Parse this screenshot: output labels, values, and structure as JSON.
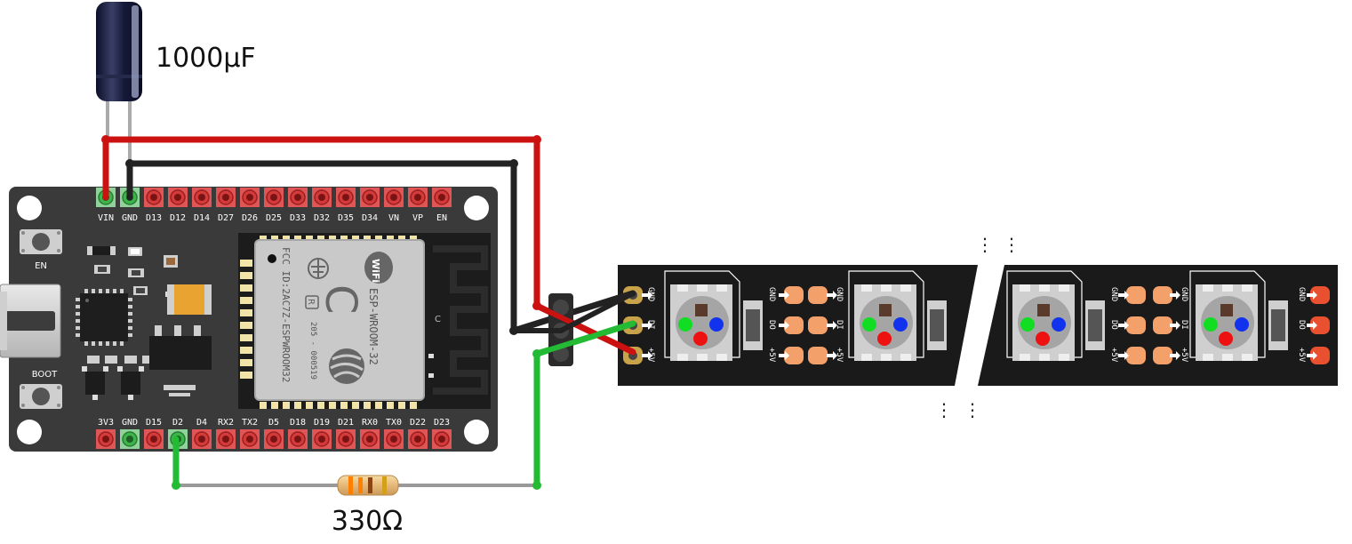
{
  "components": {
    "capacitor": {
      "value_label": "1000µF"
    },
    "resistor": {
      "value_label": "330Ω"
    },
    "board": {
      "top_pins": [
        "VIN",
        "GND",
        "D13",
        "D12",
        "D14",
        "D27",
        "D26",
        "D25",
        "D33",
        "D32",
        "D35",
        "D34",
        "VN",
        "VP",
        "EN"
      ],
      "bottom_pins": [
        "3V3",
        "GND",
        "D15",
        "D2",
        "D4",
        "RX2",
        "TX2",
        "D5",
        "D18",
        "D19",
        "D21",
        "RX0",
        "TX0",
        "D22",
        "D23"
      ],
      "buttons": {
        "en": "EN",
        "boot": "BOOT"
      },
      "module": {
        "model": "ESP-WROOM-32",
        "fcc": "FCC ID:2AC7Z-ESPWROOM32",
        "cert": "205 - 000519",
        "wifi": "WiFi",
        "r_mark": "R",
        "ce_mark": "C",
        "antenna_mark": "C"
      }
    },
    "led_strip": {
      "pins": [
        "GND",
        "DI",
        "+5V"
      ],
      "out_pins": [
        "GND",
        "DO",
        "+5V"
      ],
      "break_marks": "⋮"
    }
  },
  "colors": {
    "power_wire": "#cc1111",
    "ground_wire": "#222222",
    "data_wire": "#22bb33",
    "resistor_lead": "#999999",
    "board": "#3a3a3a",
    "strip": "#1a1a1a",
    "pad": "#f4a06a"
  }
}
